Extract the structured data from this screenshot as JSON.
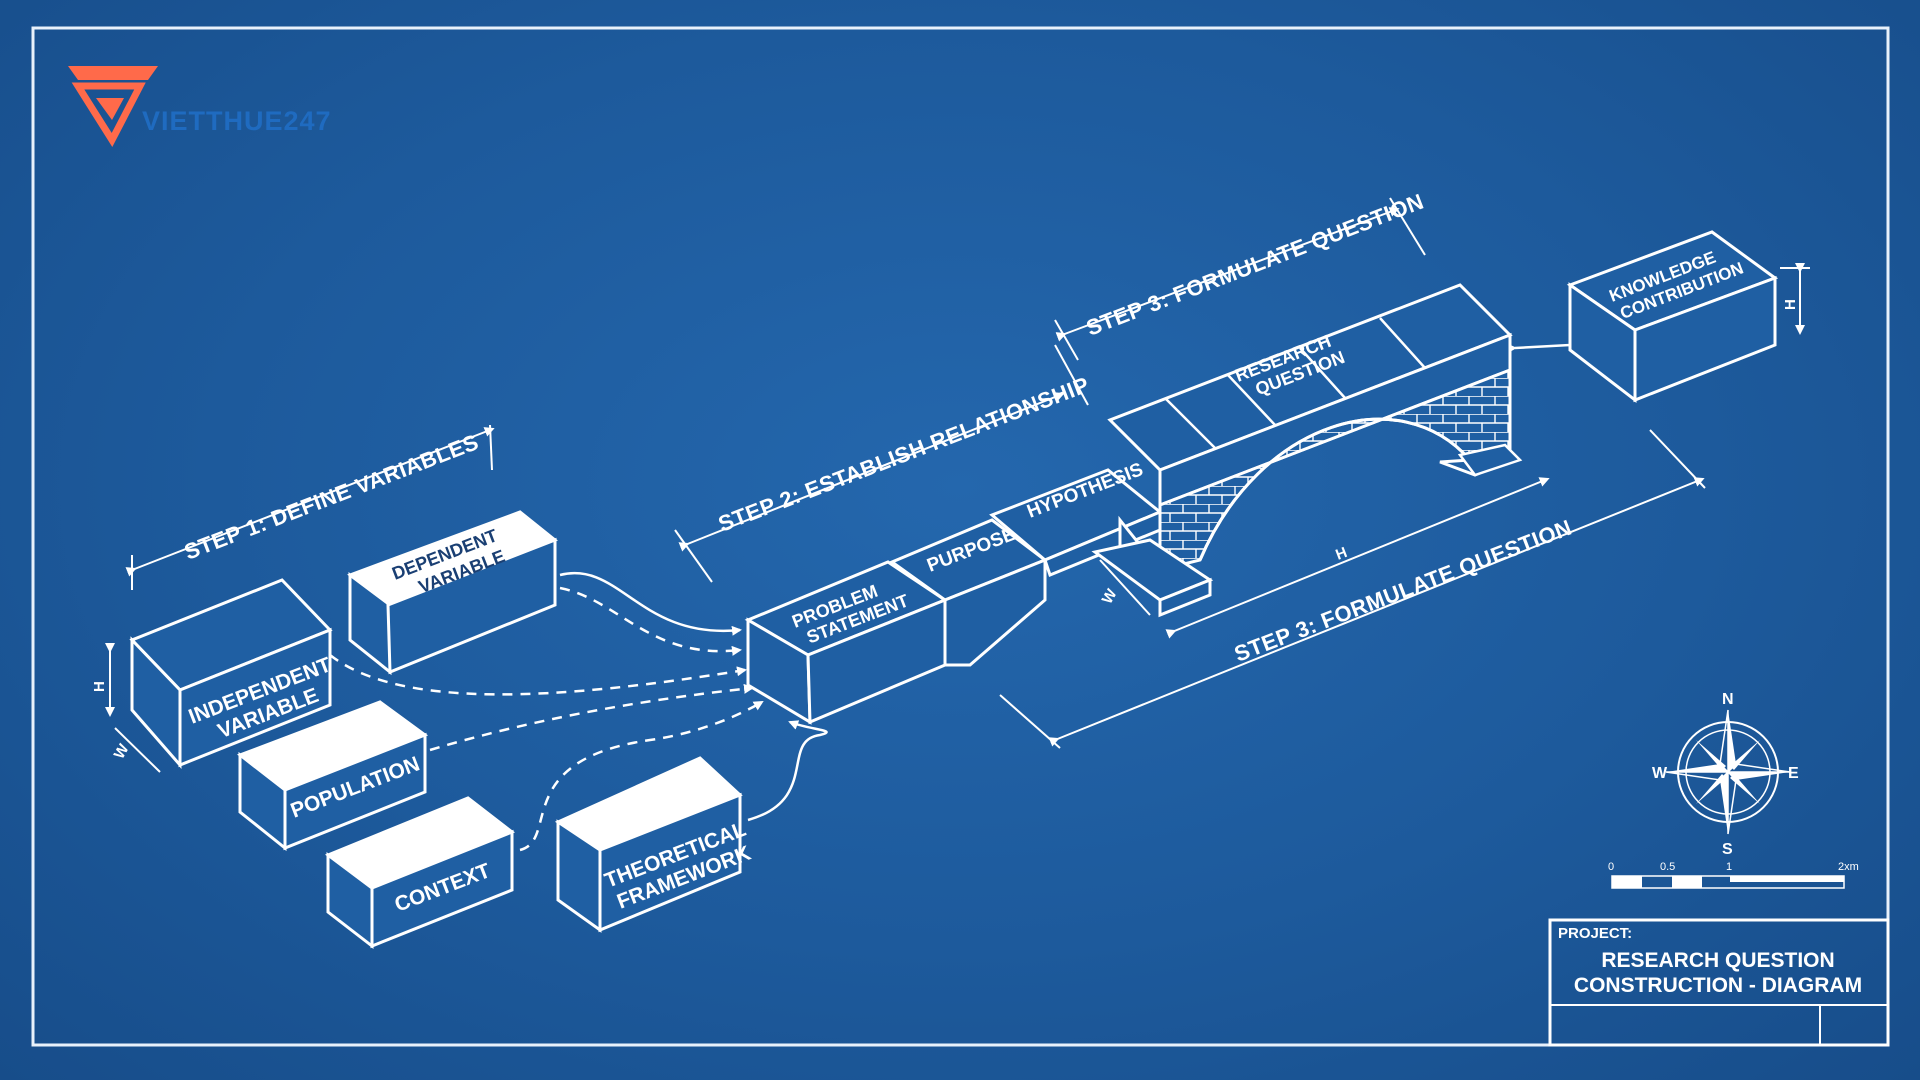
{
  "brand": {
    "name": "VIETTHUE247",
    "color": "#ff6a4a"
  },
  "colors": {
    "background": "#1f5fa3",
    "line": "#ffffff"
  },
  "steps": {
    "step1": "STEP 1: DEFINE VARIABLES",
    "step2": "STEP 2: ESTABLISH RELATIONSHIP",
    "step3_top": "STEP 3: FORMULATE QUESTION",
    "step3_bottom": "STEP 3: FORMULATE QUESTION"
  },
  "boxes": {
    "independent": [
      "INDEPENDENT",
      "VARIABLE"
    ],
    "dependent": [
      "DEPENDENT",
      "VARIABLE"
    ],
    "population": [
      "POPULATION"
    ],
    "context": [
      "CONTEXT"
    ],
    "theoretical": [
      "THEORETICAL",
      "FRAMEWORK"
    ],
    "problem": [
      "PROBLEM",
      "STATEMENT"
    ],
    "purpose": [
      "PURPOSE"
    ],
    "hypothesis": [
      "HYPOTHESIS"
    ],
    "research": [
      "RESEARCH",
      "QUESTION"
    ],
    "knowledge": [
      "KNOWLEDGE",
      "CONTRIBUTION"
    ]
  },
  "dimensions": {
    "h": "H",
    "w": "W"
  },
  "compass": {
    "n": "N",
    "s": "S",
    "e": "E",
    "w": "W"
  },
  "scale_bar": {
    "t0": "0",
    "t1": "0.5",
    "t2": "1",
    "t3": "2xm"
  },
  "title_block": {
    "label": "PROJECT:",
    "line1": "RESEARCH QUESTION",
    "line2": "CONSTRUCTION - DIAGRAM"
  }
}
